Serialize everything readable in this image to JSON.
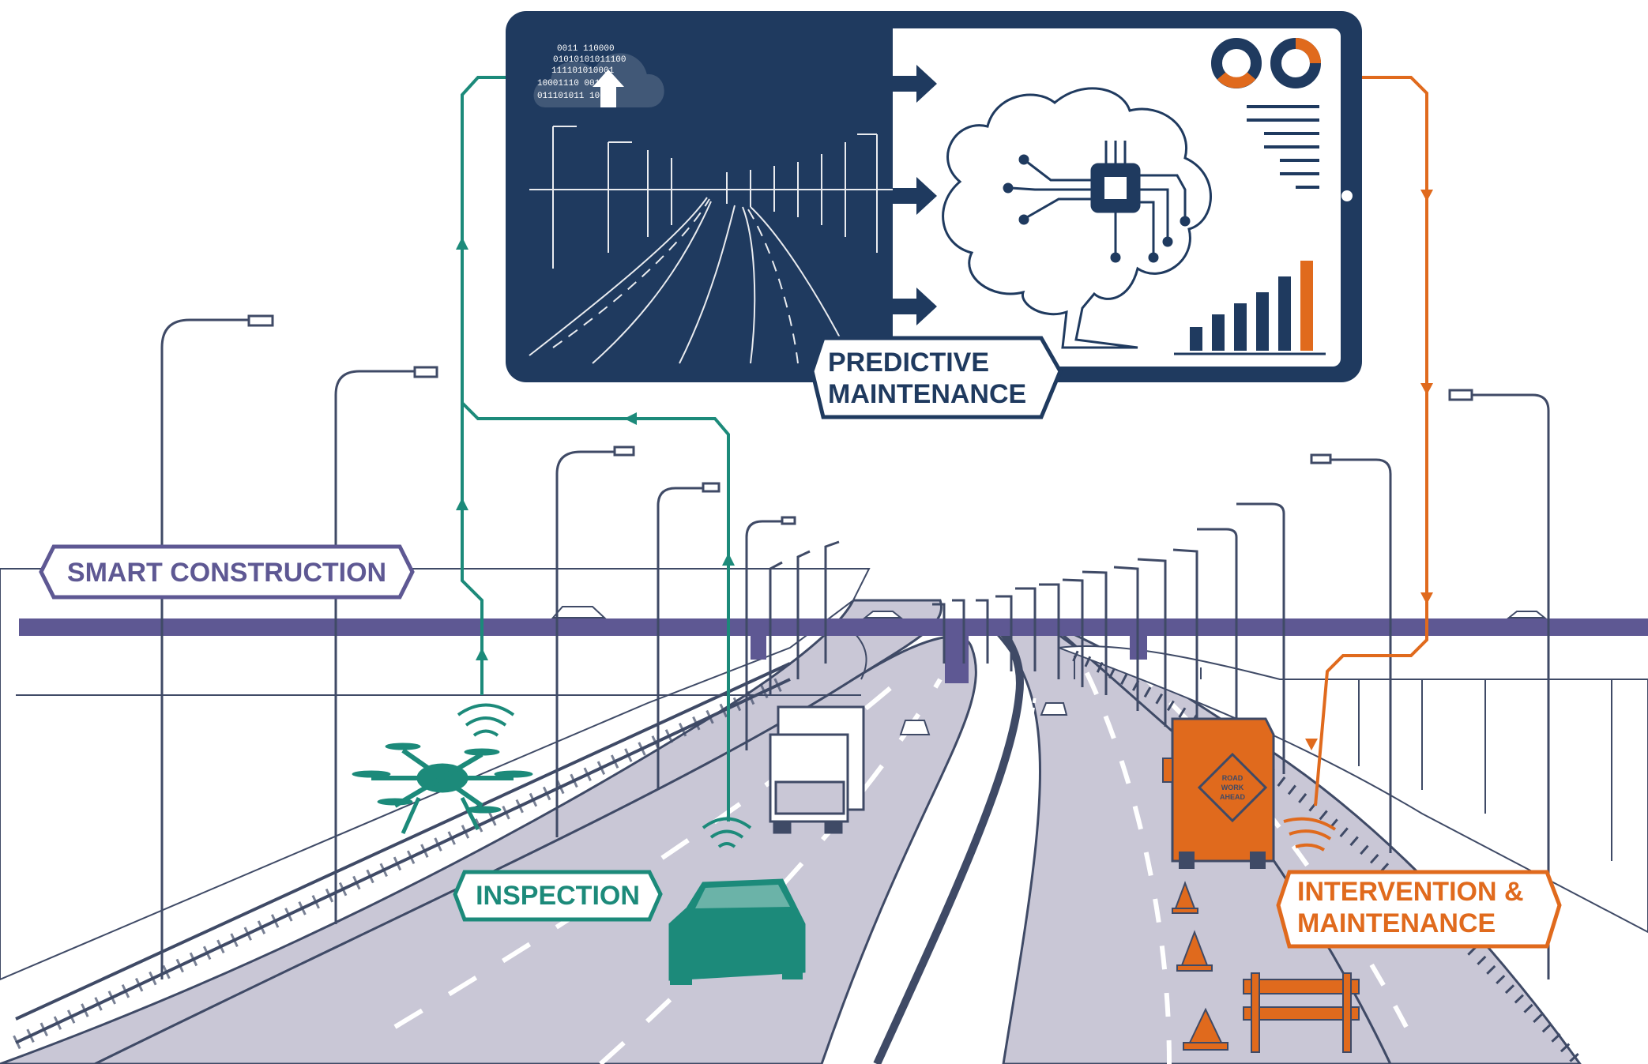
{
  "labels": {
    "smart_construction": "SMART CONSTRUCTION",
    "predictive_line1": "PREDICTIVE",
    "predictive_line2": "MAINTENANCE",
    "inspection": "INSPECTION",
    "intervention_line1": "INTERVENTION &",
    "intervention_line2": "MAINTENANCE",
    "road_sign_line1": "ROAD",
    "road_sign_line2": "WORK",
    "road_sign_line3": "AHEAD"
  },
  "cloud_binary": [
    "0011 110000",
    "01010101011100",
    "111101010001",
    "10001110 00111",
    "011101011 10001"
  ],
  "colors": {
    "navy": "#1f3a5f",
    "teal": "#1c8a7a",
    "orange": "#e06a1d",
    "purple": "#5e5893",
    "road": "#c9c7d6",
    "outline": "#3f4a66"
  }
}
